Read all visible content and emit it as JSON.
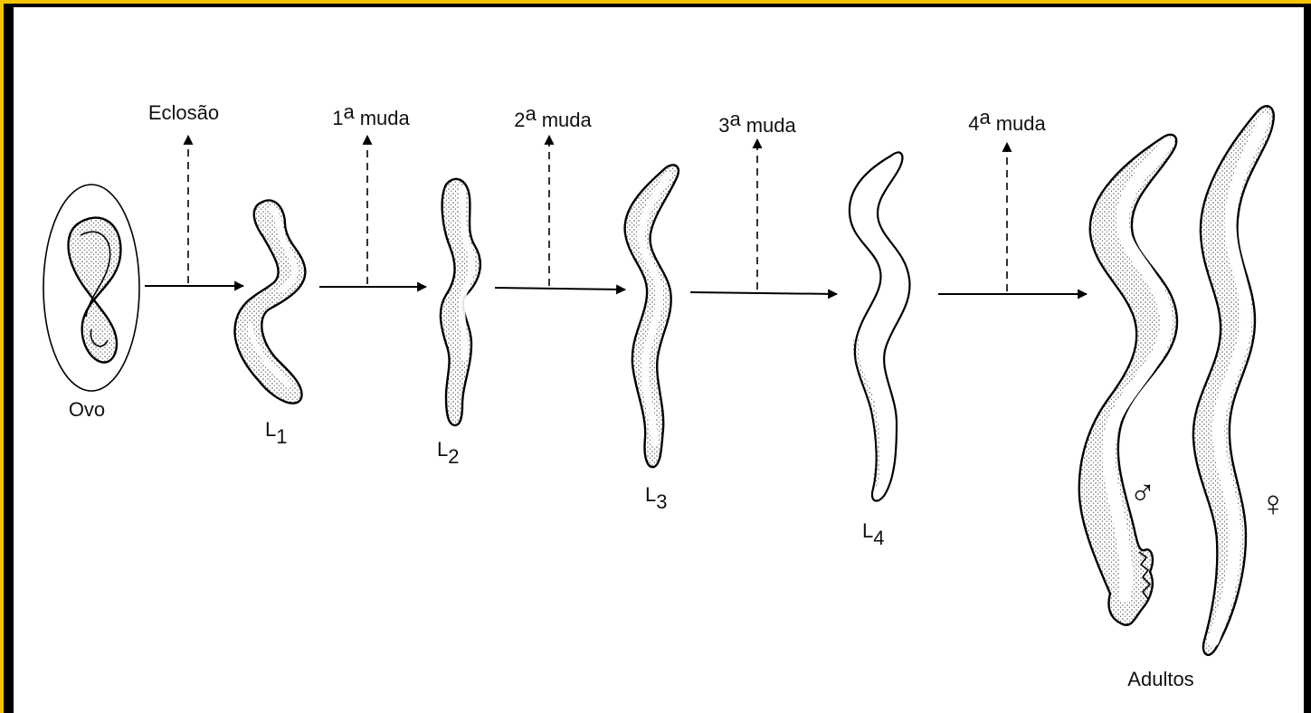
{
  "frame_color": "#f4c400",
  "events": {
    "hatching": "Eclosão",
    "molt1_num": "1",
    "molt1_sup": "a",
    "molt1_word": "muda",
    "molt2_num": "2",
    "molt2_sup": "a",
    "molt2_word": "muda",
    "molt3_num": "3",
    "molt3_sup": "a",
    "molt3_word": "muda",
    "molt4_num": "4",
    "molt4_sup": "a",
    "molt4_word": "muda"
  },
  "stages": {
    "egg": "Ovo",
    "l1_letter": "L",
    "l1_sub": "1",
    "l2_letter": "L",
    "l2_sub": "2",
    "l3_letter": "L",
    "l3_sub": "3",
    "l4_letter": "L",
    "l4_sub": "4",
    "adults": "Adultos",
    "male_symbol": "♂",
    "female_symbol": "♀"
  }
}
